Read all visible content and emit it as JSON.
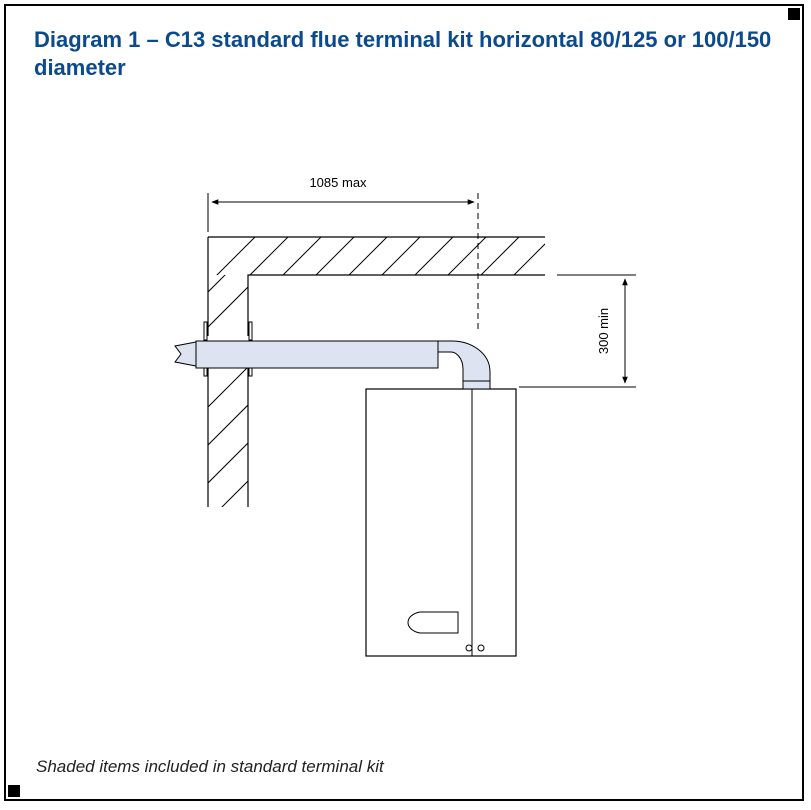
{
  "title": "Diagram 1 – C13 standard flue terminal kit horizontal 80/125 or 100/150 diameter",
  "caption": "Shaded items included in standard terminal kit",
  "dimensions": {
    "horizontal_max": "1085 max",
    "vertical_min": "300 min"
  },
  "colors": {
    "title": "#0b4a8c",
    "flue_shading": "#dde3f0"
  }
}
